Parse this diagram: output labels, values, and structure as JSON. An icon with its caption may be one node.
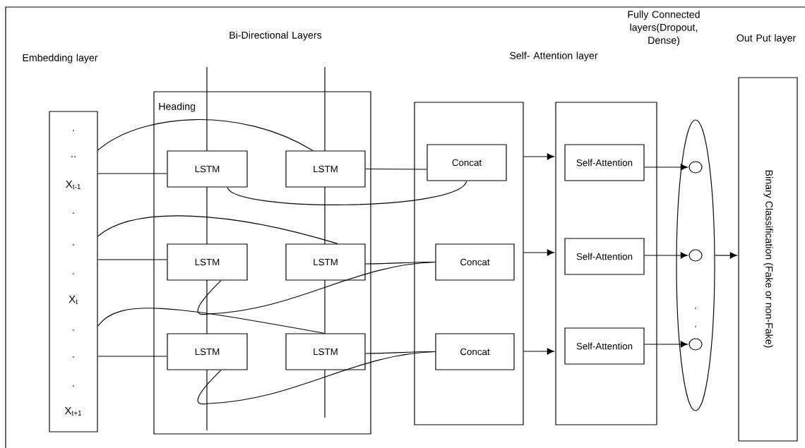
{
  "diagram": {
    "nodes": [
      {
        "text": [
          ".",
          "..",
          "X$_{t-1}$",
          ".",
          ".",
          ".",
          "X$_{t}$",
          ".",
          ".",
          ".",
          "X$_{t+1}$"
        ]
      },
      {
        "text": [
          "Heading"
        ]
      },
      {
        "text": [
          "LSTM"
        ],
        "in": 1
      },
      {
        "text": [
          "LSTM"
        ],
        "in": 1
      },
      {
        "text": [
          "LSTM"
        ],
        "in": 1
      },
      {
        "text": [
          "LSTM"
        ],
        "in": 1
      },
      {
        "text": [
          "LSTM"
        ],
        "in": 1
      },
      {
        "text": [
          "LSTM"
        ],
        "in": 1
      },
      {
        "text": [],
        "shape": "box"
      },
      {
        "text": [
          "Concat"
        ],
        "in": 8
      },
      {
        "text": [
          "Concat"
        ],
        "in": 8
      },
      {
        "text": [
          "Concat"
        ],
        "in": 8
      },
      {
        "text": [],
        "shape": "box"
      },
      {
        "text": [
          "Self-Attention"
        ],
        "in": 12
      },
      {
        "text": [
          "Self-Attention"
        ],
        "in": 12
      },
      {
        "text": [
          "Self-Attention"
        ],
        "in": 12
      },
      {
        "text": [],
        "shape": "ellipse"
      },
      {
        "text": [],
        "shape": "circle",
        "in": 16
      },
      {
        "text": [],
        "shape": "circle",
        "in": 16
      },
      {
        "text": [],
        "shape": "circle",
        "in": 16
      },
      {
        "text": [
          "Binary Classification (Fake or non-Fake)"
        ]
      }
    ],
    "edges": [
      {
        "from": 0,
        "to": 2,
        "arrow": "none"
      },
      {
        "from": 0,
        "to": 3,
        "arrow": "none"
      },
      {
        "from": 0,
        "to": 4,
        "arrow": "none"
      },
      {
        "from": 0,
        "to": 5,
        "arrow": "none"
      },
      {
        "from": 0,
        "to": 6,
        "arrow": "none"
      },
      {
        "from": 0,
        "to": 7,
        "arrow": "none"
      },
      {
        "from": 3,
        "to": 9,
        "arrow": "none"
      },
      {
        "from": 2,
        "to": 9,
        "arrow": "none"
      },
      {
        "from": 5,
        "to": 10,
        "arrow": "none"
      },
      {
        "from": 4,
        "to": 10,
        "arrow": "none"
      },
      {
        "from": 7,
        "to": 11,
        "arrow": "none"
      },
      {
        "from": 6,
        "to": 11,
        "arrow": "none"
      },
      {
        "from": 8,
        "to": 12,
        "arrow": "to"
      },
      {
        "from": 8,
        "to": 12,
        "arrow": "to"
      },
      {
        "from": 8,
        "to": 12,
        "arrow": "to"
      },
      {
        "from": 13,
        "to": 17,
        "arrow": "to"
      },
      {
        "from": 14,
        "to": 18,
        "arrow": "to"
      },
      {
        "from": 15,
        "to": 19,
        "arrow": "to"
      },
      {
        "from": 16,
        "to": 20,
        "arrow": "to"
      }
    ],
    "labels": [
      "Bi-Directional Layers",
      "Embedding layer",
      "Fully Connected layers(Dropout, Dense)",
      "Out Put layer",
      "Self- Attention layer",
      ".",
      "."
    ]
  }
}
